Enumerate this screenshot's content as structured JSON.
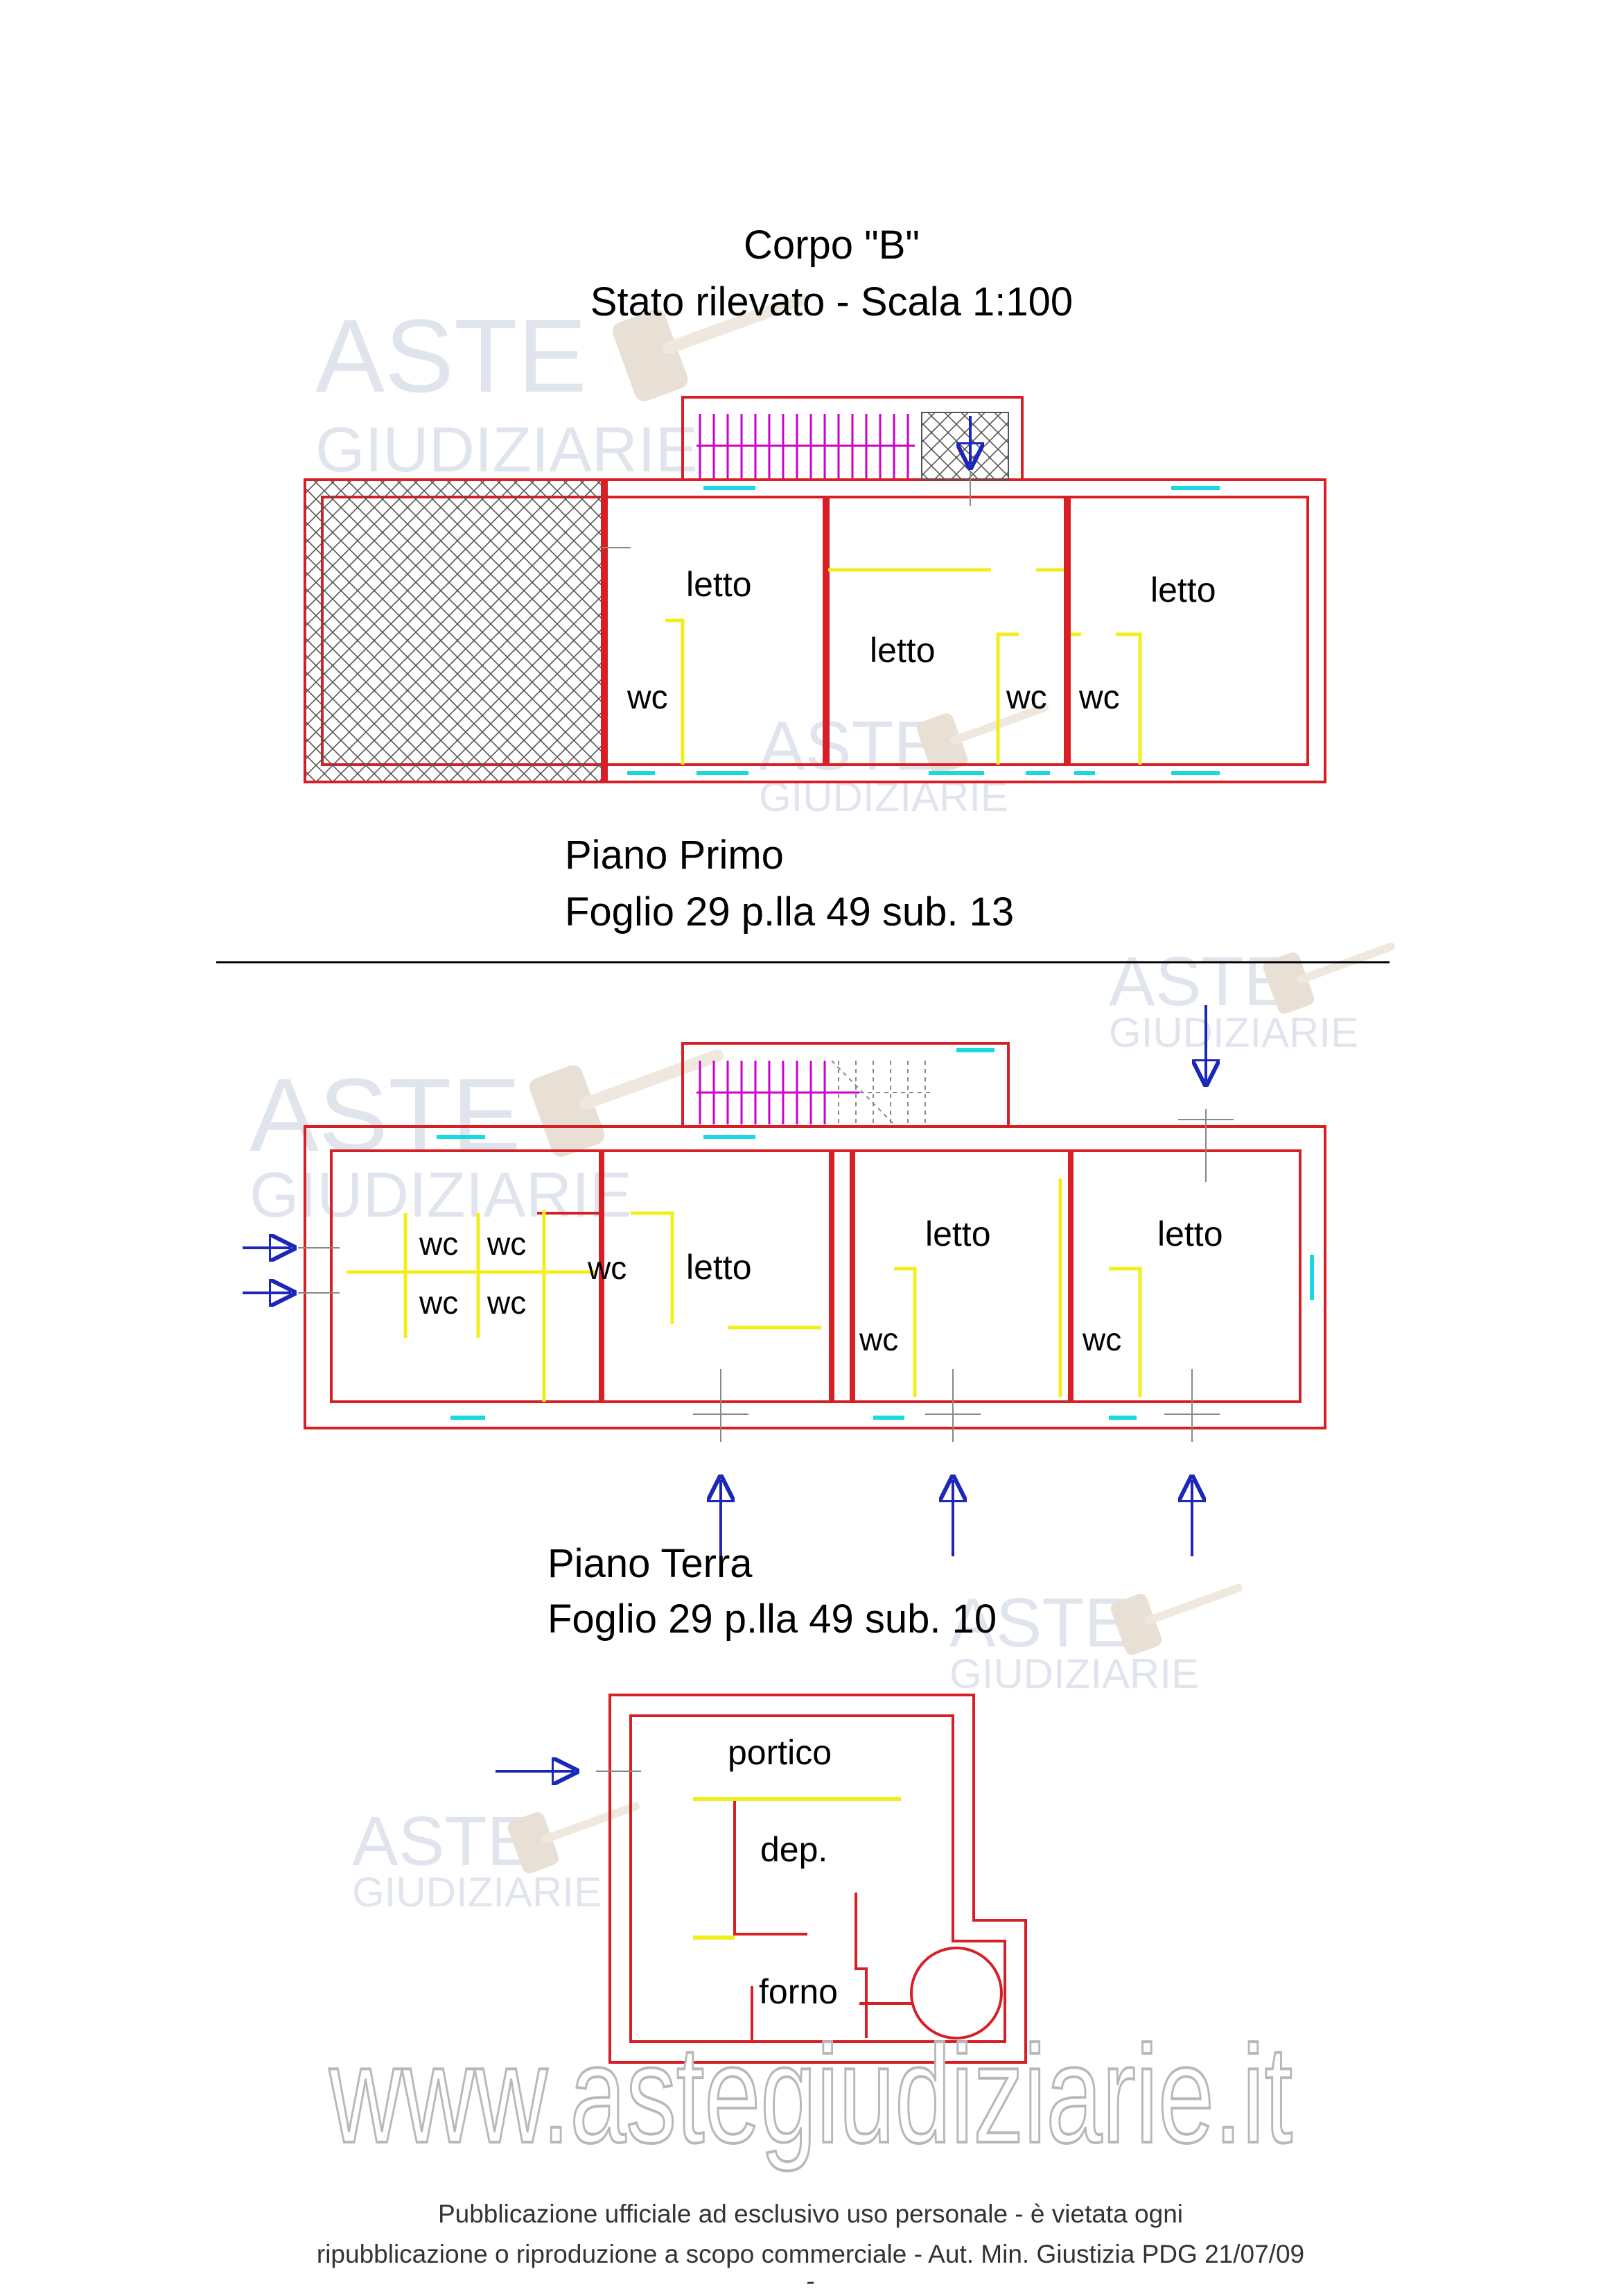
{
  "header": {
    "title": "Corpo \"B\"",
    "subtitle": "Stato rilevato - Scala 1:100"
  },
  "first_floor": {
    "name": "Piano Primo",
    "cadastral": "Foglio 29 p.lla 49 sub. 13",
    "room_labels": {
      "letto_a": "letto",
      "letto_b": "letto",
      "letto_c": "letto",
      "wc_a": "wc",
      "wc_b": "wc",
      "wc_c": "wc"
    }
  },
  "ground_floor": {
    "name": "Piano Terra",
    "cadastral": "Foglio 29 p.lla 49 sub. 10",
    "room_labels": {
      "letto_a": "letto",
      "letto_b": "letto",
      "letto_c": "letto",
      "wc_1": "wc",
      "wc_2": "wc",
      "wc_3": "wc",
      "wc_4": "wc",
      "wc_5": "wc",
      "wc_6": "wc",
      "wc_7": "wc"
    }
  },
  "annex": {
    "room_labels": {
      "portico": "portico",
      "dep": "dep.",
      "forno": "forno"
    }
  },
  "watermark": {
    "brand_top": "ASTE",
    "brand_bottom": "GIUDIZIARIE",
    "url": "www.astegiudiziarie.it"
  },
  "footer": {
    "line1": "Pubblicazione ufficiale ad esclusivo uso personale - è vietata ogni",
    "line2": "ripubblicazione o riproduzione a scopo commerciale - Aut. Min. Giustizia PDG 21/07/09",
    "mark": "-"
  },
  "colors": {
    "walls": "#d81f26",
    "fixtures": "#f2ee1c",
    "windows": "#18d8e0",
    "arrows": "#1c27b8",
    "stairs": "#cc00cc",
    "hatch": "#555555",
    "watermark": "#b9c6d9"
  },
  "icons": {
    "entrance": "entrance-arrow-icon",
    "gavel": "gavel-icon"
  }
}
